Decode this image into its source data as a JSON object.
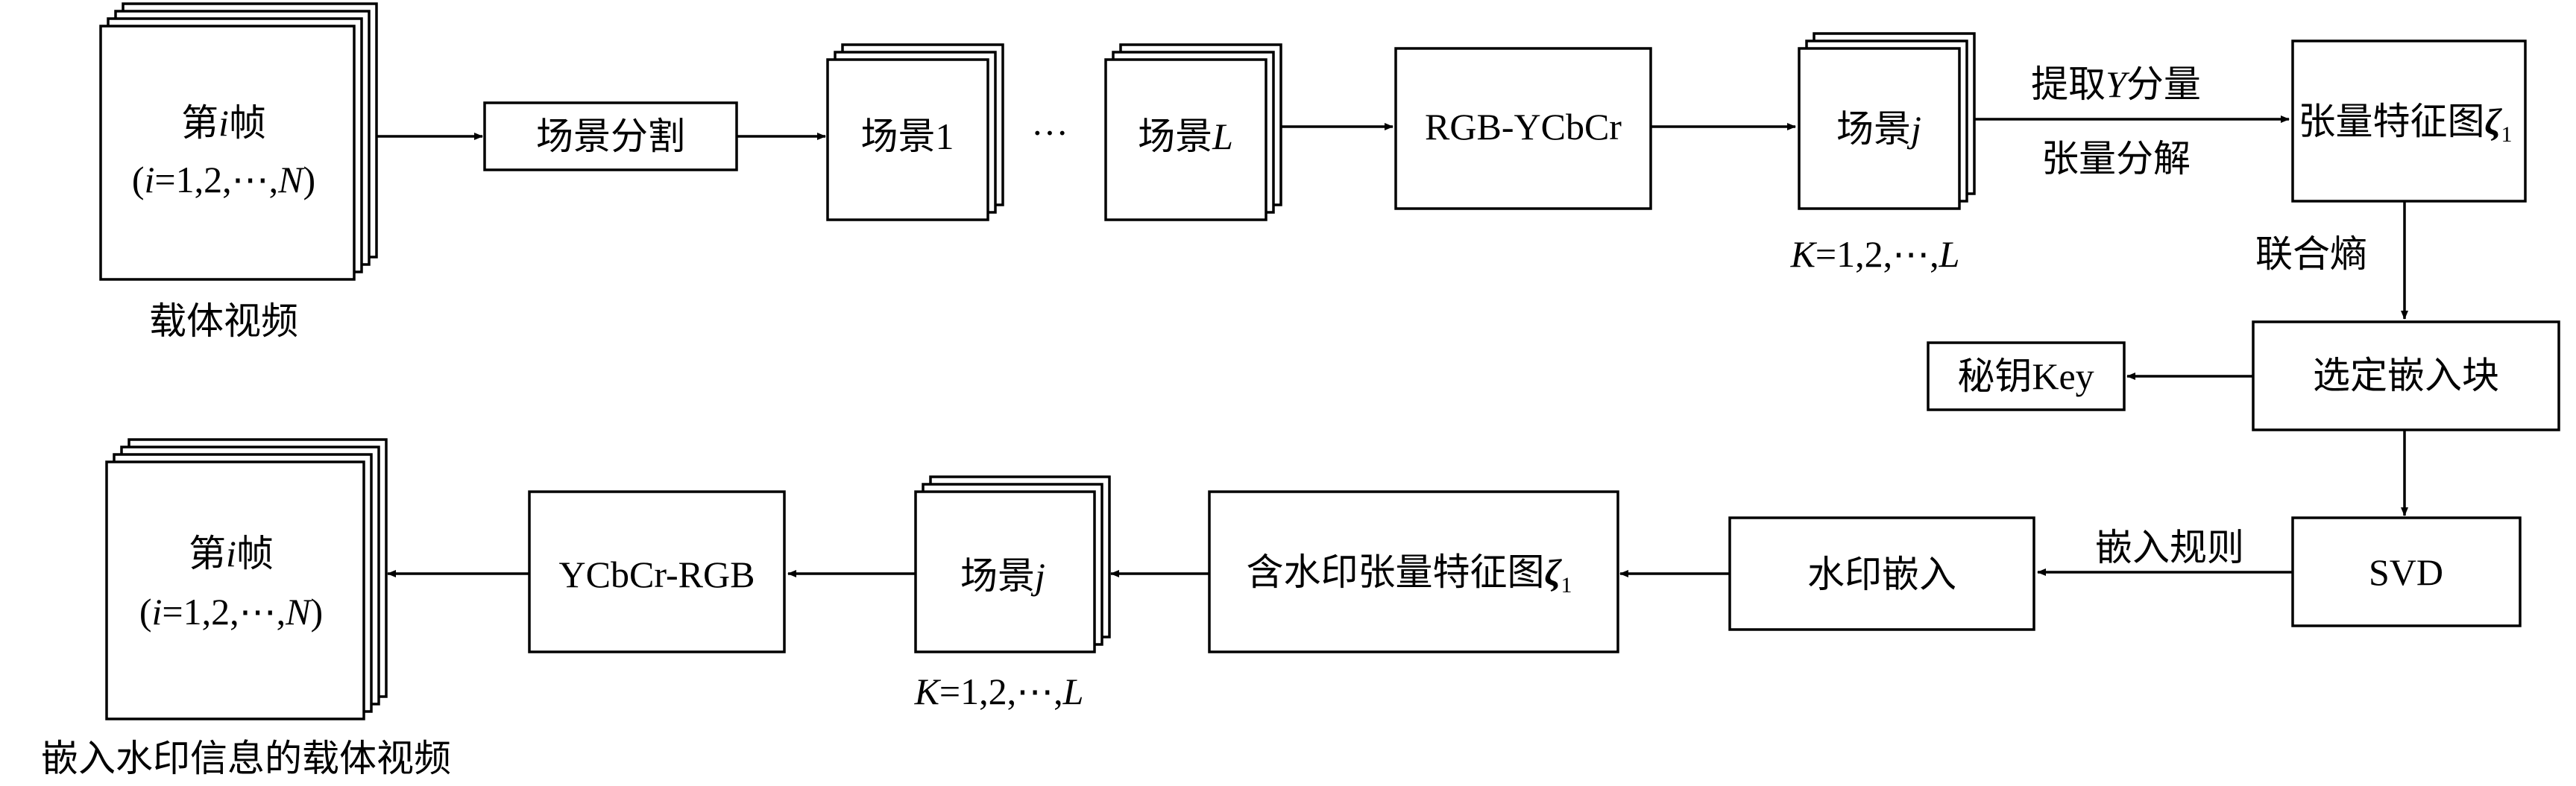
{
  "top_row": {
    "carrier_frame": {
      "line1_pre": "第",
      "line1_italic": "i",
      "line1_post": "帧",
      "line2_open": "(",
      "line2_italic_i": "i",
      "line2_mid": "=1,2,⋯,",
      "line2_italic_n": "N",
      "line2_close": ")"
    },
    "carrier_caption": "载体视频",
    "scene_split": "场景分割",
    "scene_1": "场景1",
    "ellipsis": "···",
    "scene_l": {
      "pre": "场景",
      "italic": "L"
    },
    "color_convert": "RGB-YCbCr",
    "scene_j": {
      "pre": "场景",
      "italic": "j"
    },
    "scene_j_range": {
      "italic_k": "K",
      "mid": "=1,2,⋯,",
      "italic_l": "L"
    },
    "extract_label": {
      "pre": "提取",
      "italic": "Y",
      "post": "分量"
    },
    "decompose_label": "张量分解",
    "tensor_map": {
      "text": "张量特征图",
      "symbol": "ζ",
      "subscript": "1"
    }
  },
  "right_column": {
    "joint_entropy": "联合熵",
    "select_blocks": "选定嵌入块",
    "secret_key": "秘钥Key",
    "svd": "SVD",
    "embed_rule": "嵌入规则"
  },
  "bottom_row": {
    "watermark_embed": "水印嵌入",
    "watermarked_tensor": {
      "text": "含水印张量特征图",
      "symbol": "ζ",
      "subscript": "1"
    },
    "scene_j": {
      "pre": "场景",
      "italic": "j"
    },
    "scene_j_range": {
      "italic_k": "K",
      "mid": "=1,2,⋯,",
      "italic_l": "L"
    },
    "inverse_convert": "YCbCr-RGB",
    "output_frame": {
      "line1_pre": "第",
      "line1_italic": "i",
      "line1_post": "帧",
      "line2_open": "(",
      "line2_italic_i": "i",
      "line2_mid": "=1,2,⋯,",
      "line2_italic_n": "N",
      "line2_close": ")"
    },
    "output_caption": "嵌入水印信息的载体视频"
  }
}
